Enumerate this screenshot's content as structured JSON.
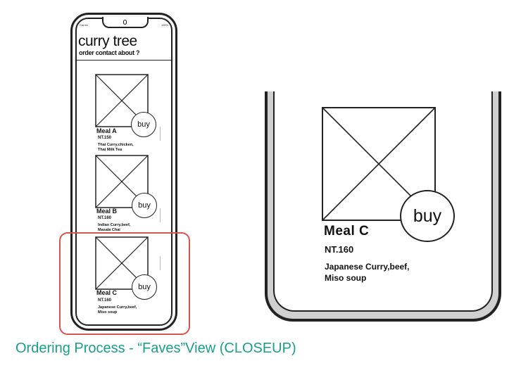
{
  "phone": {
    "status_left": "Carrier",
    "status_right": "100%",
    "app_title": "curry tree",
    "nav": "order contact about ?"
  },
  "meals": [
    {
      "name": "Meal A",
      "price": "NT.150",
      "desc_line1": "Thai Curry,chicken,",
      "desc_line2": "Thai Milk Tea",
      "buy_label": "buy"
    },
    {
      "name": "Meal B",
      "price": "NT.160",
      "desc_line1": "Indian Curry,beef,",
      "desc_line2": "Masala Chai",
      "buy_label": "buy"
    },
    {
      "name": "Meal C",
      "price": "NT.160",
      "desc_line1": "Japanese Curry,beef,",
      "desc_line2": "Miso soup",
      "buy_label": "buy"
    }
  ],
  "closeup": {
    "name": "Meal C",
    "price": "NT.160",
    "desc_line1": "Japanese Curry,beef,",
    "desc_line2": "Miso soup",
    "buy_label": "buy"
  },
  "caption": "Ordering Process -  “Faves”View (CLOSEUP)",
  "colors": {
    "highlight": "#d9534f",
    "caption": "#1a9e87"
  }
}
